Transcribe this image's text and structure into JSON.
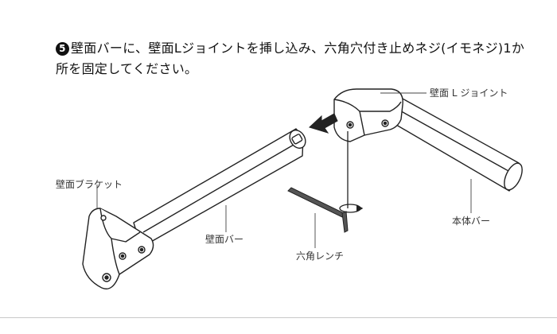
{
  "instruction": {
    "step_number": "5",
    "text": "壁面バーに、壁面Lジョイントを挿し込み、六角穴付き止めネジ(イモネジ)1か所を固定してください。"
  },
  "labels": {
    "wall_l_joint": "壁面 L ジョイント",
    "wall_bracket": "壁面ブラケット",
    "wall_bar": "壁面バー",
    "main_bar": "本体バー",
    "hex_wrench": "六角レンチ"
  }
}
